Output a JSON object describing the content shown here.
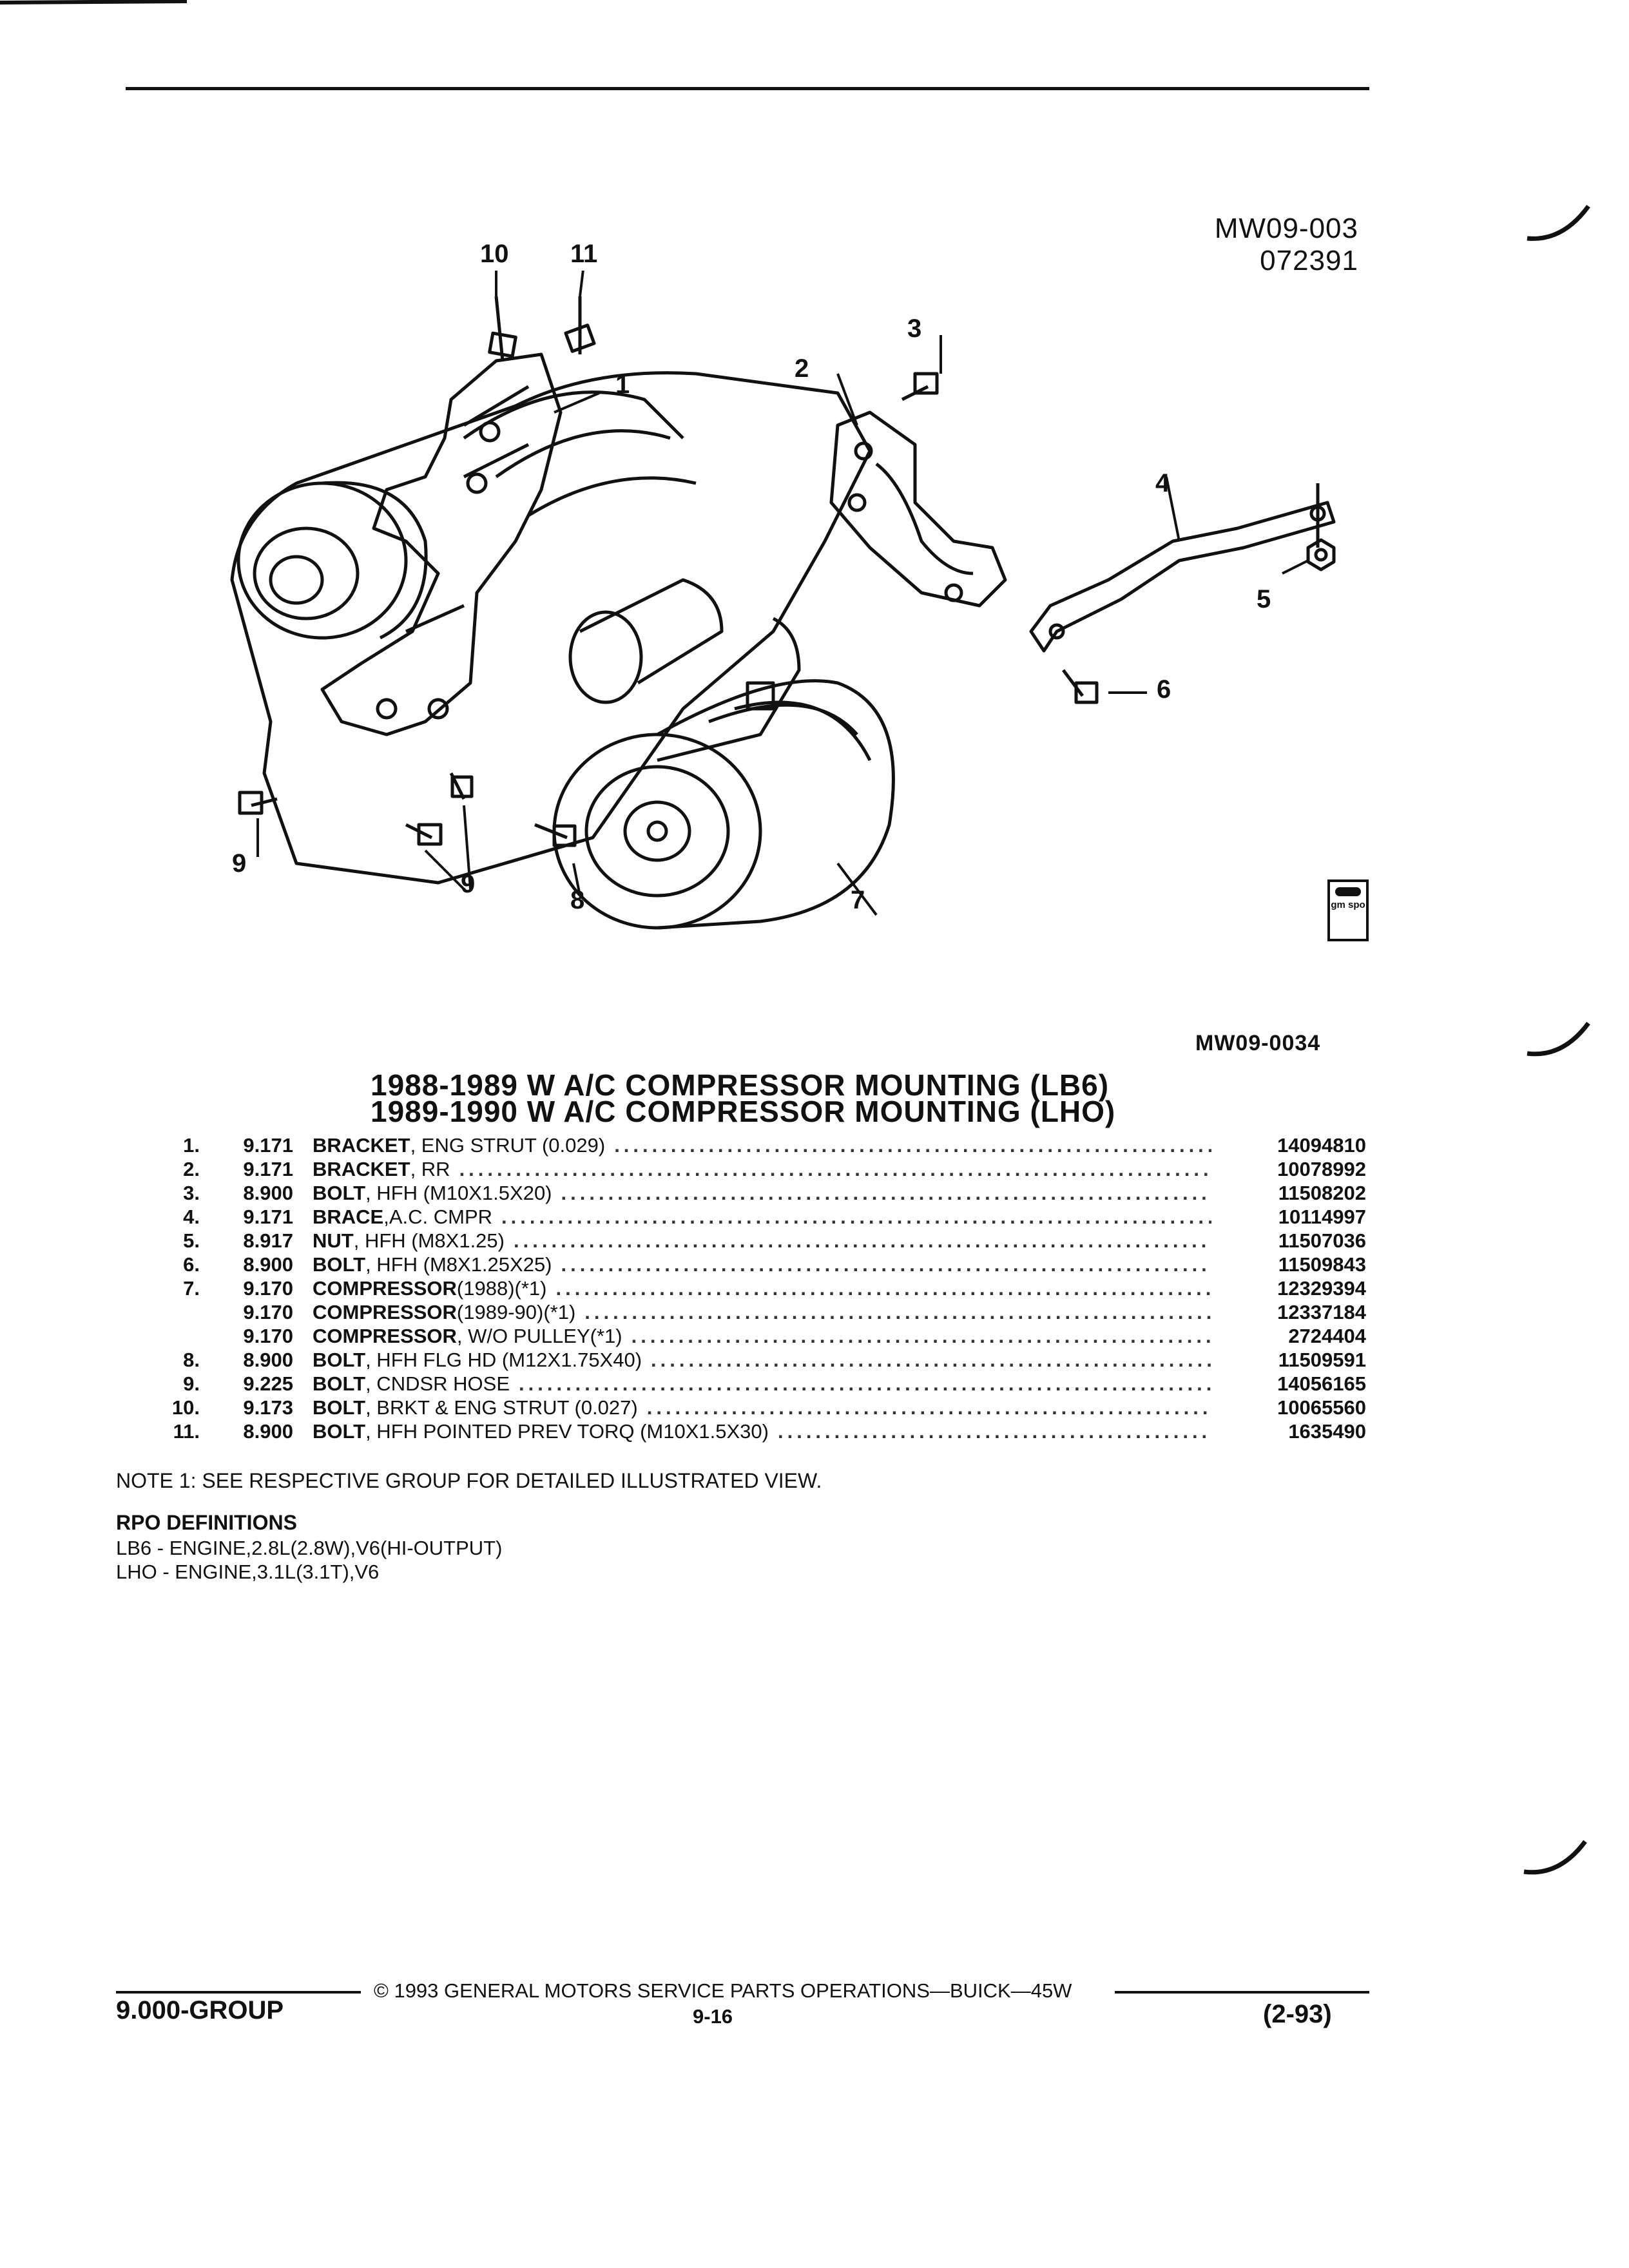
{
  "header": {
    "code": "MW09-003",
    "date": "072391"
  },
  "figure": {
    "id": "MW09-0034",
    "callouts": [
      "1",
      "2",
      "3",
      "4",
      "5",
      "6",
      "7",
      "8",
      "9",
      "10",
      "11"
    ],
    "callout_9b": "9",
    "logo": "gm spo",
    "icons": [
      "engine-block-illustration",
      "compressor-illustration",
      "bracket-illustration",
      "brace-illustration",
      "bolt-icon",
      "nut-icon",
      "gm-spo-logo-icon"
    ]
  },
  "title": {
    "line1": "1988-1989 W A/C COMPRESSOR MOUNTING (LB6)",
    "line2": "1989-1990 W A/C COMPRESSOR MOUNTING (LHO)"
  },
  "parts": [
    {
      "no": "1.",
      "group": "9.171",
      "name": "BRACKET",
      "detail": ", ENG STRUT (0.029)",
      "pn": "14094810"
    },
    {
      "no": "2.",
      "group": "9.171",
      "name": "BRACKET",
      "detail": ", RR",
      "pn": "10078992"
    },
    {
      "no": "3.",
      "group": "8.900",
      "name": "BOLT",
      "detail": ", HFH (M10X1.5X20)",
      "pn": "11508202"
    },
    {
      "no": "4.",
      "group": "9.171",
      "name": "BRACE",
      "detail": ",A.C. CMPR",
      "pn": "10114997"
    },
    {
      "no": "5.",
      "group": "8.917",
      "name": "NUT",
      "detail": ", HFH (M8X1.25)",
      "pn": "11507036"
    },
    {
      "no": "6.",
      "group": "8.900",
      "name": "BOLT",
      "detail": ", HFH (M8X1.25X25)",
      "pn": "11509843"
    },
    {
      "no": "7.",
      "group": "9.170",
      "name": "COMPRESSOR",
      "detail": " (1988)(*1)",
      "pn": "12329394"
    },
    {
      "no": "",
      "group": "9.170",
      "name": "COMPRESSOR",
      "detail": " (1989-90)(*1)",
      "pn": "12337184"
    },
    {
      "no": "",
      "group": "9.170",
      "name": "COMPRESSOR",
      "detail": ", W/O PULLEY(*1)",
      "pn": "2724404"
    },
    {
      "no": "8.",
      "group": "8.900",
      "name": "BOLT",
      "detail": ", HFH FLG HD (M12X1.75X40)",
      "pn": "11509591"
    },
    {
      "no": "9.",
      "group": "9.225",
      "name": "BOLT",
      "detail": ", CNDSR HOSE",
      "pn": "14056165"
    },
    {
      "no": "10.",
      "group": "9.173",
      "name": "BOLT",
      "detail": ", BRKT & ENG STRUT (0.027)",
      "pn": "10065560"
    },
    {
      "no": "11.",
      "group": "8.900",
      "name": "BOLT",
      "detail": ", HFH POINTED PREV TORQ (M10X1.5X30)",
      "pn": "1635490"
    }
  ],
  "note": "NOTE 1: SEE RESPECTIVE GROUP FOR DETAILED ILLUSTRATED VIEW.",
  "rpo": {
    "heading": "RPO DEFINITIONS",
    "lines": [
      "LB6 - ENGINE,2.8L(2.8W),V6(HI-OUTPUT)",
      "LHO - ENGINE,3.1L(3.1T),V6"
    ]
  },
  "footer": {
    "group": "9.000-GROUP",
    "copyright": "© 1993 GENERAL MOTORS SERVICE PARTS OPERATIONS—BUICK—45W",
    "page": "9-16",
    "date": "(2-93)"
  }
}
